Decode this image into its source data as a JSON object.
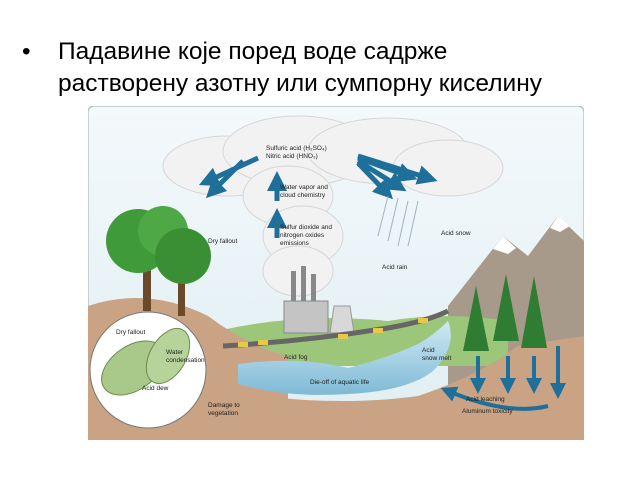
{
  "slide": {
    "bullet": "•",
    "line1": "Падавине које поред воде садрже",
    "line2": "растворену азотну или сумпорну киселину"
  },
  "diagram": {
    "labels": {
      "sulfuric": "Sulfuric acid (H₂SO₄)",
      "nitric": "Nitric acid (HNO₃)",
      "water_vapor_1": "Water vapor and",
      "water_vapor_2": "cloud chemistry",
      "sulfur_dioxide_1": "Sulfur dioxide and",
      "sulfur_dioxide_2": "nitrogen oxides",
      "sulfur_dioxide_3": "emissions",
      "dry_fallout_top": "Dry fallout",
      "acid_snow": "Acid snow",
      "acid_rain": "Acid rain",
      "acid_fog": "Acid fog",
      "acid_snow_melt_1": "Acid",
      "acid_snow_melt_2": "snow melt",
      "die_off": "Die-off of aquatic life",
      "dry_fallout_leaf": "Dry fallout",
      "water_condensation_1": "Water",
      "water_condensation_2": "condensation",
      "acid_dew": "Acid dew",
      "damage_1": "Damage to",
      "damage_2": "vegetation",
      "acid_leaching": "Acid leaching",
      "aluminum_toxicity": "Aluminum toxicity"
    },
    "colors": {
      "arrow": "#1e6f9a",
      "sky": "#eaf3f7",
      "ground": "#c9a383",
      "water": "#9fcde3",
      "tree": "#3f9a3a"
    }
  }
}
